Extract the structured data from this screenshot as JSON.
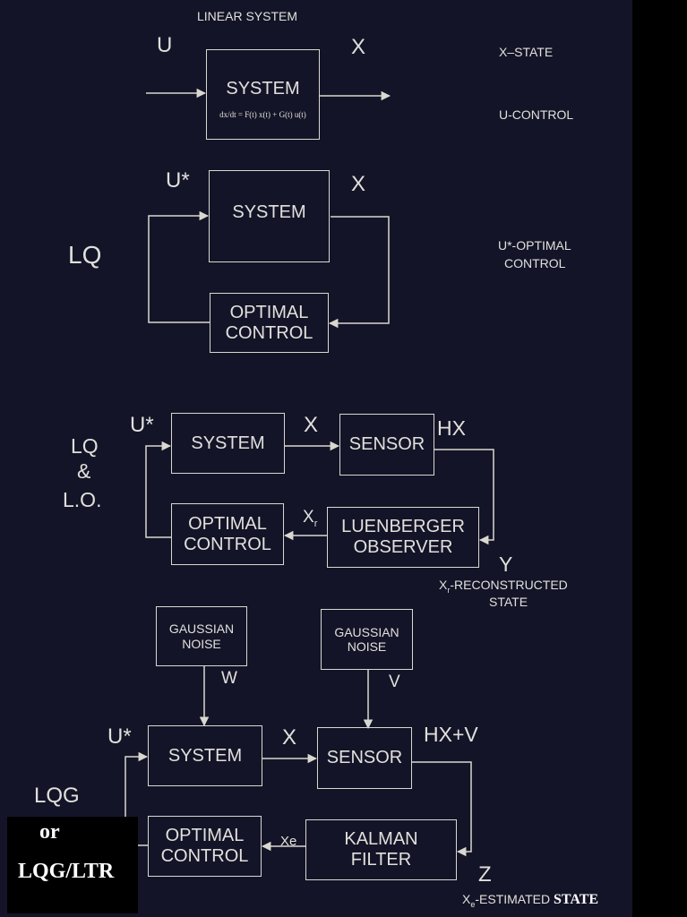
{
  "diagram1": {
    "title": "LINEAR SYSTEM",
    "input_label": "U",
    "output_label": "X",
    "system_label": "SYSTEM",
    "equation": "dx/dt = F(t) x(t) + G(t) u(t)",
    "legend_state": "X–STATE",
    "legend_control": "U-CONTROL"
  },
  "diagram2": {
    "side_label": "LQ",
    "input_label": "U*",
    "output_label": "X",
    "system_label": "SYSTEM",
    "controller_line1": "OPTIMAL",
    "controller_line2": "CONTROL",
    "legend_line1": "U*-OPTIMAL",
    "legend_line2": "CONTROL"
  },
  "diagram3": {
    "side_line1": "LQ",
    "side_line2": "&",
    "side_line3": "L.O.",
    "input_label": "U*",
    "system_label": "SYSTEM",
    "x_label": "X",
    "sensor_label": "SENSOR",
    "hx_label": "HX",
    "y_label": "Y",
    "observer_line1": "LUENBERGER",
    "observer_line2": "OBSERVER",
    "xr_label": "X",
    "xr_sub": "r",
    "controller_line1": "OPTIMAL",
    "controller_line2": "CONTROL",
    "note_sub": "r",
    "note_line1": "-RECONSTRUCTED",
    "note_line2": "STATE"
  },
  "diagram4": {
    "noise_w_line1": "GAUSSIAN",
    "noise_w_line2": "NOISE",
    "w_label": "W",
    "noise_v_line1": "GAUSSIAN",
    "noise_v_line2": "NOISE",
    "v_label": "V",
    "input_label": "U*",
    "system_label": "SYSTEM",
    "x_label": "X",
    "sensor_label": "SENSOR",
    "hxv_label": "HX+V",
    "side_label": "LQG",
    "kalman_line1": "KALMAN",
    "kalman_line2": "FILTER",
    "xe_label": "Xe",
    "z_label": "Z",
    "controller_line1": "OPTIMAL",
    "controller_line2": "CONTROL",
    "note_x": "X",
    "note_sub": "e",
    "note_text": "-ESTIMATED",
    "note_state": "STATE"
  },
  "tag": {
    "or_label": "or",
    "ltr_label": "LQG/LTR"
  }
}
